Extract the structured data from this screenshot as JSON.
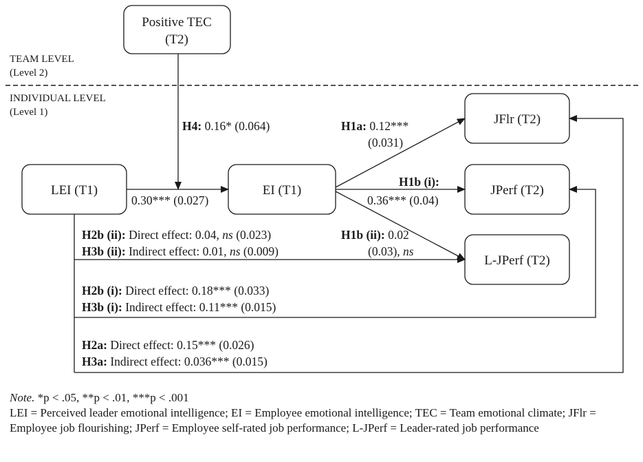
{
  "levels": {
    "team_title": "TEAM LEVEL",
    "team_sub": "(Level 2)",
    "individual_title": "INDIVIDUAL LEVEL",
    "individual_sub": "(Level 1)"
  },
  "nodes": {
    "tec_line1": "Positive TEC",
    "tec_line2": "(T2)",
    "lei": "LEI (T1)",
    "ei": "EI (T1)",
    "jflr": "JFlr (T2)",
    "jperf": "JPerf (T2)",
    "ljperf": "L-JPerf (T2)"
  },
  "paths": {
    "h4": {
      "bold": "H4:",
      "text": " 0.16* (0.064)"
    },
    "lei_ei": "0.30*** (0.027)",
    "h1a": {
      "bold": "H1a:",
      "text": " 0.12***",
      "line2": "(0.031)"
    },
    "h1b_i": {
      "bold": "H1b (i):",
      "line2": "0.36*** (0.04)"
    },
    "h1b_ii": {
      "bold": "H1b (ii):",
      "text": " 0.02",
      "line2a": "(0.03), ",
      "line2b": "ns"
    },
    "h2b_ii": {
      "bold": "H2b (ii):",
      "text_a": " Direct effect: 0.04, ",
      "ns": "ns",
      "text_b": " (0.023)"
    },
    "h3b_ii": {
      "bold": "H3b (ii):",
      "text_a": " Indirect effect: 0.01, ",
      "ns": "ns",
      "text_b": " (0.009)"
    },
    "h2b_i": {
      "bold": "H2b (i):",
      "text": " Direct effect: 0.18*** (0.033)"
    },
    "h3b_i": {
      "bold": "H3b (i):",
      "text": " Indirect effect: 0.11*** (0.015)"
    },
    "h2a": {
      "bold": "H2a:",
      "text": " Direct effect: 0.15*** (0.026)"
    },
    "h3a": {
      "bold": "H3a:",
      "text": " Indirect effect: 0.036*** (0.015)"
    }
  },
  "note": {
    "label": "Note.",
    "sig": " *p < .05, **p < .01, ***p < .001",
    "abbrev": "LEI = Perceived leader emotional intelligence;  EI = Employee emotional intelligence;  TEC = Team emotional climate;  JFlr = Employee job flourishing;  JPerf = Employee self-rated job performance; L-JPerf = Leader-rated job performance"
  }
}
